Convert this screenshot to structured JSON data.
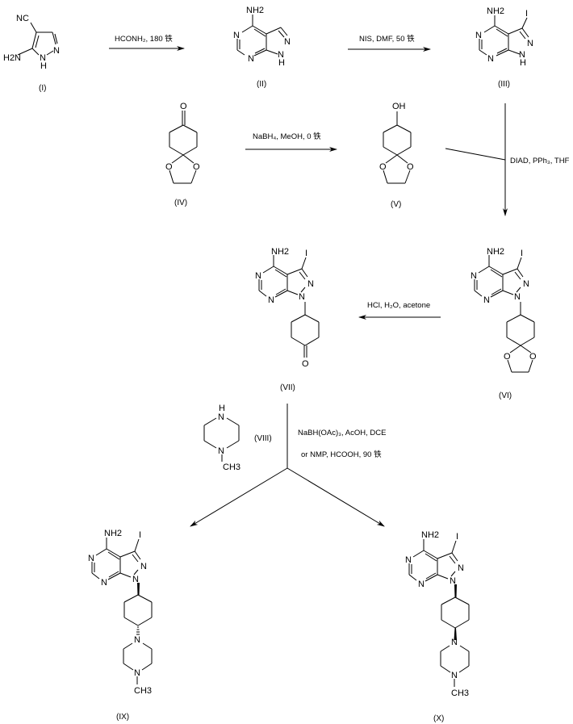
{
  "compounds": {
    "I": {
      "label": "(I)",
      "atoms": {
        "nc": "NC",
        "nh2": "H2N",
        "n1": "N",
        "nh": "N",
        "h": "H"
      }
    },
    "II": {
      "label": "(II)",
      "atoms": {
        "nh2": "NH2",
        "n_a": "N",
        "n_b": "N",
        "n_c": "N",
        "nh": "N",
        "h": "H"
      }
    },
    "III": {
      "label": "(III)",
      "atoms": {
        "nh2": "NH2",
        "i": "I",
        "n_a": "N",
        "n_b": "N",
        "n_c": "N",
        "nh": "N",
        "h": "H"
      }
    },
    "IV": {
      "label": "(IV)",
      "atoms": {
        "o_top": "O",
        "o_l": "O",
        "o_r": "O"
      }
    },
    "V": {
      "label": "(V)",
      "atoms": {
        "oh": "OH",
        "o_l": "O",
        "o_r": "O"
      }
    },
    "VI": {
      "label": "(VI)",
      "atoms": {
        "nh2": "NH2",
        "i": "I",
        "n_a": "N",
        "n_b": "N",
        "n_c": "N",
        "n_d": "N",
        "o_l": "O",
        "o_r": "O"
      }
    },
    "VII": {
      "label": "(VII)",
      "atoms": {
        "nh2": "NH2",
        "i": "I",
        "n_a": "N",
        "n_b": "N",
        "n_c": "N",
        "n_d": "N",
        "o": "O"
      }
    },
    "VIII": {
      "label": "(VIII)",
      "atoms": {
        "h": "H",
        "n_top": "N",
        "n_bot": "N",
        "ch3": "CH3"
      }
    },
    "IX": {
      "label": "(IX)",
      "atoms": {
        "nh2": "NH2",
        "i": "I",
        "n_a": "N",
        "n_b": "N",
        "n_c": "N",
        "n_d": "N",
        "n_pip1": "N",
        "n_pip2": "N",
        "ch3": "CH3"
      }
    },
    "X": {
      "label": "(X)",
      "atoms": {
        "nh2": "NH2",
        "i": "I",
        "n_a": "N",
        "n_b": "N",
        "n_c": "N",
        "n_d": "N",
        "n_pip1": "N",
        "n_pip2": "N",
        "ch3": "CH3"
      }
    }
  },
  "reagents": {
    "step1": "HCONH₂, 180 铁",
    "step2": "NIS, DMF, 50 铁",
    "step3": "NaBH₄, MeOH, 0 铁",
    "step4": "DIAD, PPh₃, THF",
    "step5": "HCl, H₂O, acetone",
    "step6_line1": "NaBH(OAc)₃, AcOH, DCE",
    "step6_line2": "or  NMP, HCOOH, 90 铁"
  }
}
